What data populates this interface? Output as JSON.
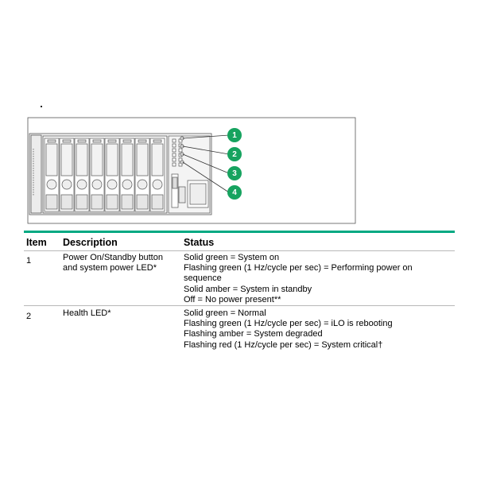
{
  "figure": {
    "callouts": [
      "1",
      "2",
      "3",
      "4"
    ],
    "colors": {
      "callout": "#16a35f",
      "rule": "#01a982"
    }
  },
  "table": {
    "headers": {
      "item": "Item",
      "description": "Description",
      "status": "Status"
    },
    "rows": [
      {
        "item": "1",
        "description": [
          "Power On/Standby button",
          "and system power LED*"
        ],
        "status": [
          "Solid green = System on",
          "Flashing green (1 Hz/cycle per sec) = Performing power on",
          "sequence",
          "Solid amber = System in standby",
          "Off = No power present**"
        ]
      },
      {
        "item": "2",
        "description": [
          "Health LED*"
        ],
        "status": [
          "Solid green = Normal",
          "Flashing green (1 Hz/cycle per sec) = iLO is rebooting",
          "Flashing amber = System degraded",
          "Flashing red (1 Hz/cycle per sec) = System critical†"
        ]
      }
    ]
  }
}
